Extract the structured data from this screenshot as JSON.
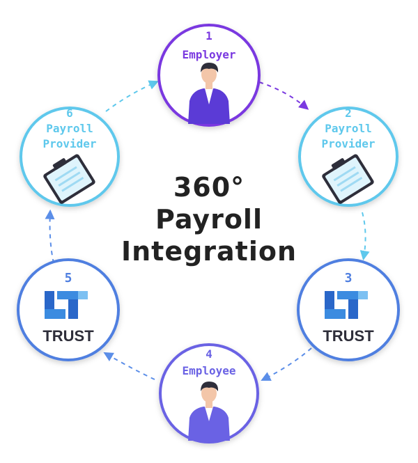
{
  "center_title": [
    "360°",
    "Payroll",
    "Integration"
  ],
  "nodes": [
    {
      "number": "1",
      "label_lines": [
        "Employer"
      ],
      "icon": "employer-person-icon",
      "color": "#7a39e0"
    },
    {
      "number": "2",
      "label_lines": [
        "Payroll",
        "Provider"
      ],
      "icon": "clipboard-icon",
      "color": "#5ec8ec"
    },
    {
      "number": "3",
      "label_lines": [],
      "icon": "lt-trust-logo",
      "logo_text": "TRUST",
      "color": "#4f7fe0"
    },
    {
      "number": "4",
      "label_lines": [
        "Employee"
      ],
      "icon": "employee-person-icon",
      "color": "#6a62e4"
    },
    {
      "number": "5",
      "label_lines": [],
      "icon": "lt-trust-logo",
      "logo_text": "TRUST",
      "color": "#4f7fe0"
    },
    {
      "number": "6",
      "label_lines": [
        "Payroll",
        "Provider"
      ],
      "icon": "clipboard-icon",
      "color": "#5ec8ec"
    }
  ],
  "colors": {
    "employer": "#7a39e0",
    "payroll": "#5ec8ec",
    "trust": "#4f7fe0",
    "employee": "#6a62e4",
    "text_dark": "#222222",
    "logo_dark": "#2a67c9",
    "logo_mid": "#3b8be0",
    "logo_light": "#7cc0f2"
  }
}
